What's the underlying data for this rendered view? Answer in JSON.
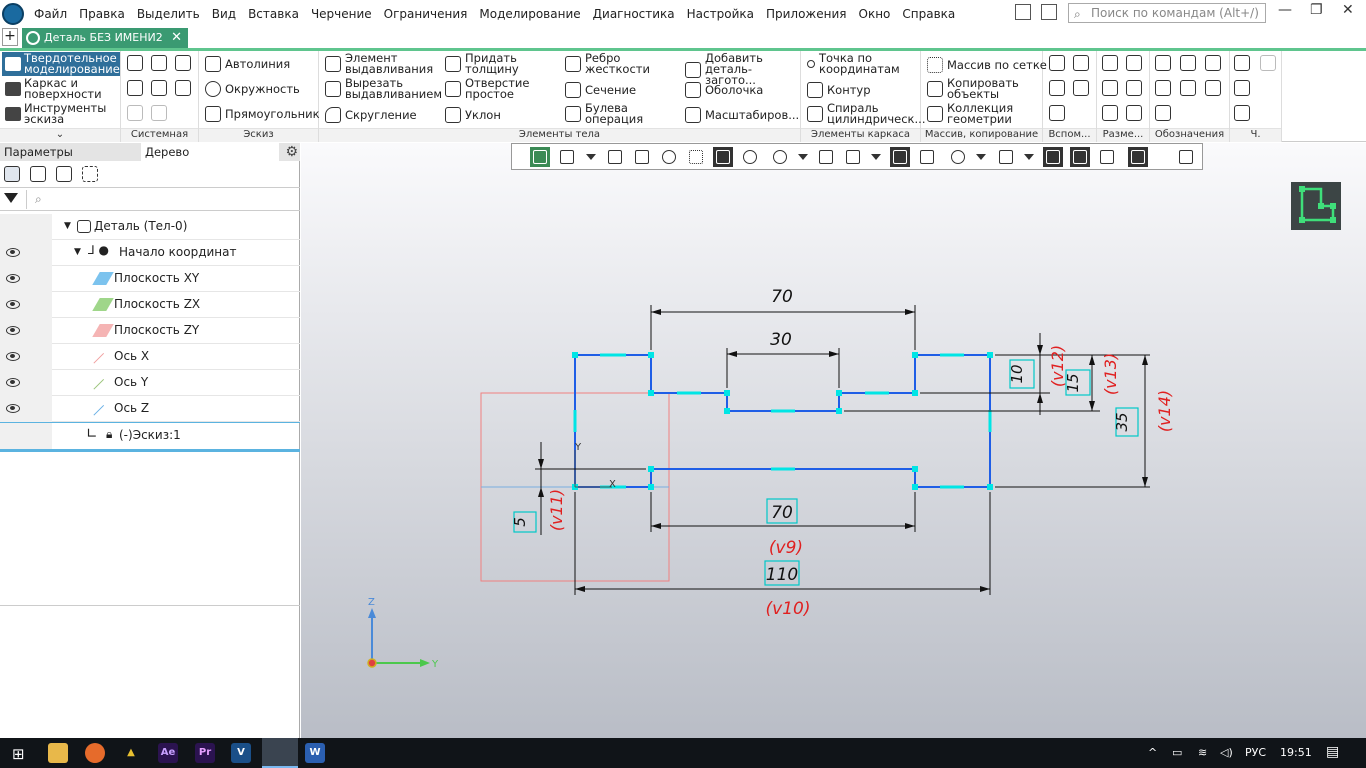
{
  "menu": {
    "items": [
      "Файл",
      "Правка",
      "Выделить",
      "Вид",
      "Вставка",
      "Черчение",
      "Ограничения",
      "Моделирование",
      "Диагностика",
      "Настройка",
      "Приложения",
      "Окно",
      "Справка"
    ],
    "search_placeholder": "Поиск по командам (Alt+/)"
  },
  "document_tab": {
    "title": "Деталь БЕЗ ИМЕНИ2"
  },
  "ribbon": {
    "modes": [
      "Твердотельное моделирование",
      "Каркас и поверхности",
      "Инструменты эскиза"
    ],
    "groups": {
      "system": "Системная",
      "sketch": "Эскиз",
      "body": "Элементы тела",
      "frame": "Элементы каркаса",
      "array": "Массив, копирование",
      "aux": "Вспом...",
      "dim": "Разме...",
      "notes": "Обозначения",
      "extra": "Ч."
    },
    "sketch_buttons": [
      "Автолиния",
      "Окружность",
      "Прямоугольник"
    ],
    "body_buttons": [
      "Элемент выдавливания",
      "Придать толщину",
      "Ребро жесткости",
      "Добавить деталь-загото...",
      "Вырезать выдавливанием",
      "Отверстие простое",
      "Сечение",
      "Оболочка",
      "Скругление",
      "Уклон",
      "Булева операция",
      "Масштабиров..."
    ],
    "frame_buttons": [
      "Точка по координатам",
      "Контур",
      "Спираль цилиндрическ..."
    ],
    "array_buttons": [
      "Массив по сетке",
      "Копировать объекты",
      "Коллекция геометрии"
    ]
  },
  "panel": {
    "tabs": [
      "Параметры",
      "Дерево"
    ],
    "tree": [
      {
        "label": "Деталь (Тел-0)"
      },
      {
        "label": "Начало координат"
      },
      {
        "label": "Плоскость XY"
      },
      {
        "label": "Плоскость ZX"
      },
      {
        "label": "Плоскость ZY"
      },
      {
        "label": "Ось X"
      },
      {
        "label": "Ось Y"
      },
      {
        "label": "Ось Z"
      },
      {
        "label": "(-)Эскиз:1"
      }
    ]
  },
  "sketch": {
    "dims": {
      "d70_top": "70",
      "d30": "30",
      "d10": "10",
      "d15": "15",
      "d35": "35",
      "d70_bottom": "70",
      "d110": "110",
      "d5": "5"
    },
    "vars": {
      "v9": "(v9)",
      "v10": "(v10)",
      "v11": "(v11)",
      "v12": "(v12)",
      "v13": "(v13)",
      "v14": "(v14)"
    },
    "axes": {
      "x": "X",
      "y": "Y"
    },
    "triad": {
      "z": "Z",
      "y": "Y"
    }
  },
  "taskbar": {
    "lang": "РУС",
    "time": "19:51"
  },
  "colors": {
    "accent": "#3a9a72",
    "sketch": "#1f5ee6",
    "point": "#00e5e5",
    "variable": "#e02020"
  }
}
